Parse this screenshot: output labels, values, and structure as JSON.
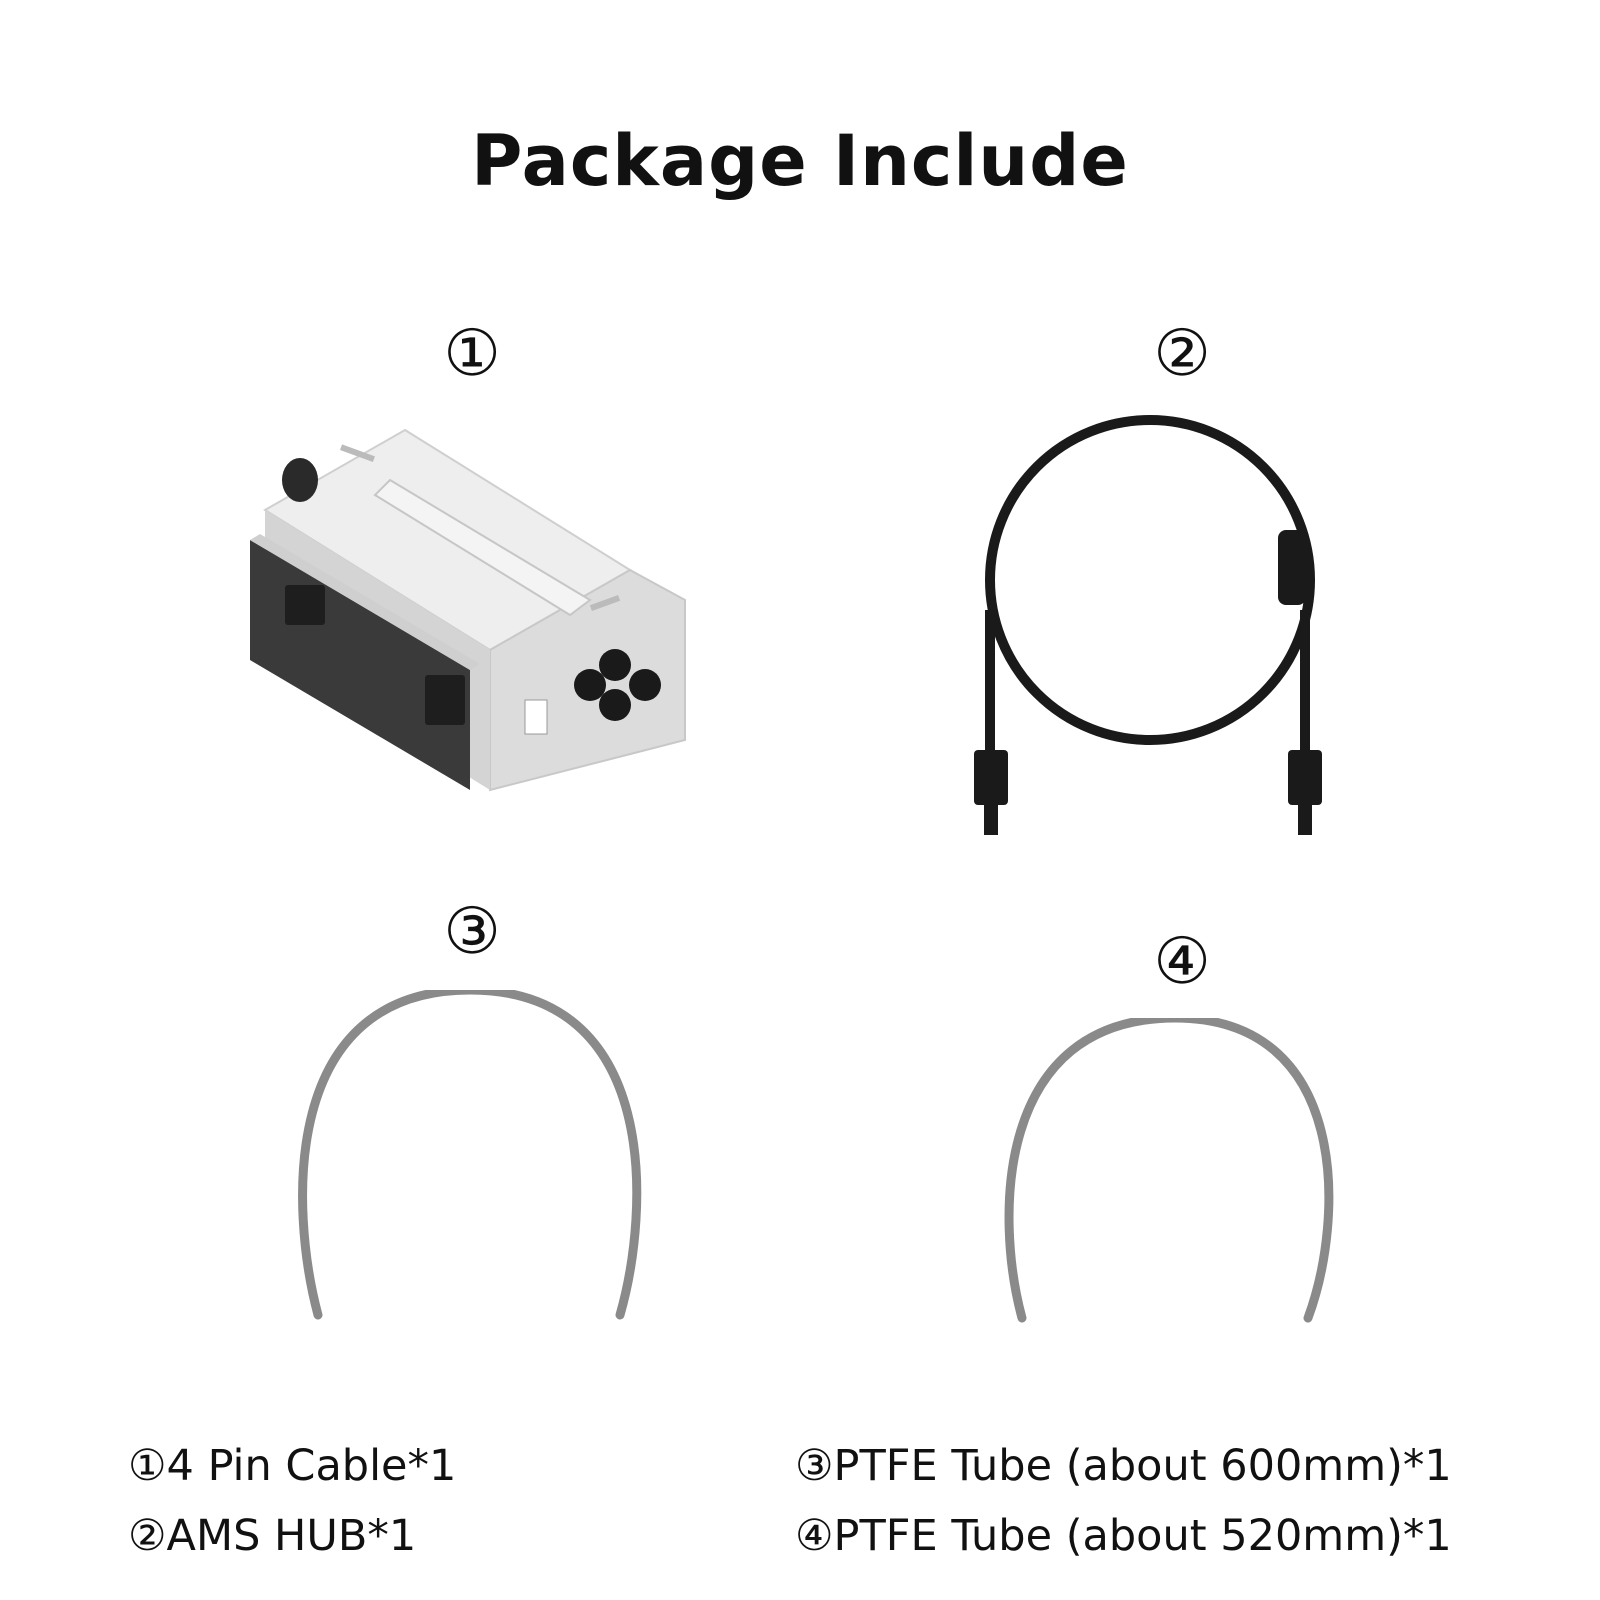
{
  "title": "Package Include",
  "items": [
    {
      "number": "①"
    },
    {
      "number": "②"
    },
    {
      "number": "③"
    },
    {
      "number": "④"
    }
  ],
  "labels": [
    "①4 Pin Cable*1",
    "②AMS HUB*1",
    "③PTFE Tube (about 600mm)*1",
    "④PTFE Tube (about 520mm)*1"
  ],
  "colors": {
    "background": "#ffffff",
    "text": "#111111",
    "hub_body": "#e2e2e2",
    "hub_panel": "#3a3a3a",
    "cable": "#1a1a1a",
    "tube": "#8a8a8a"
  }
}
